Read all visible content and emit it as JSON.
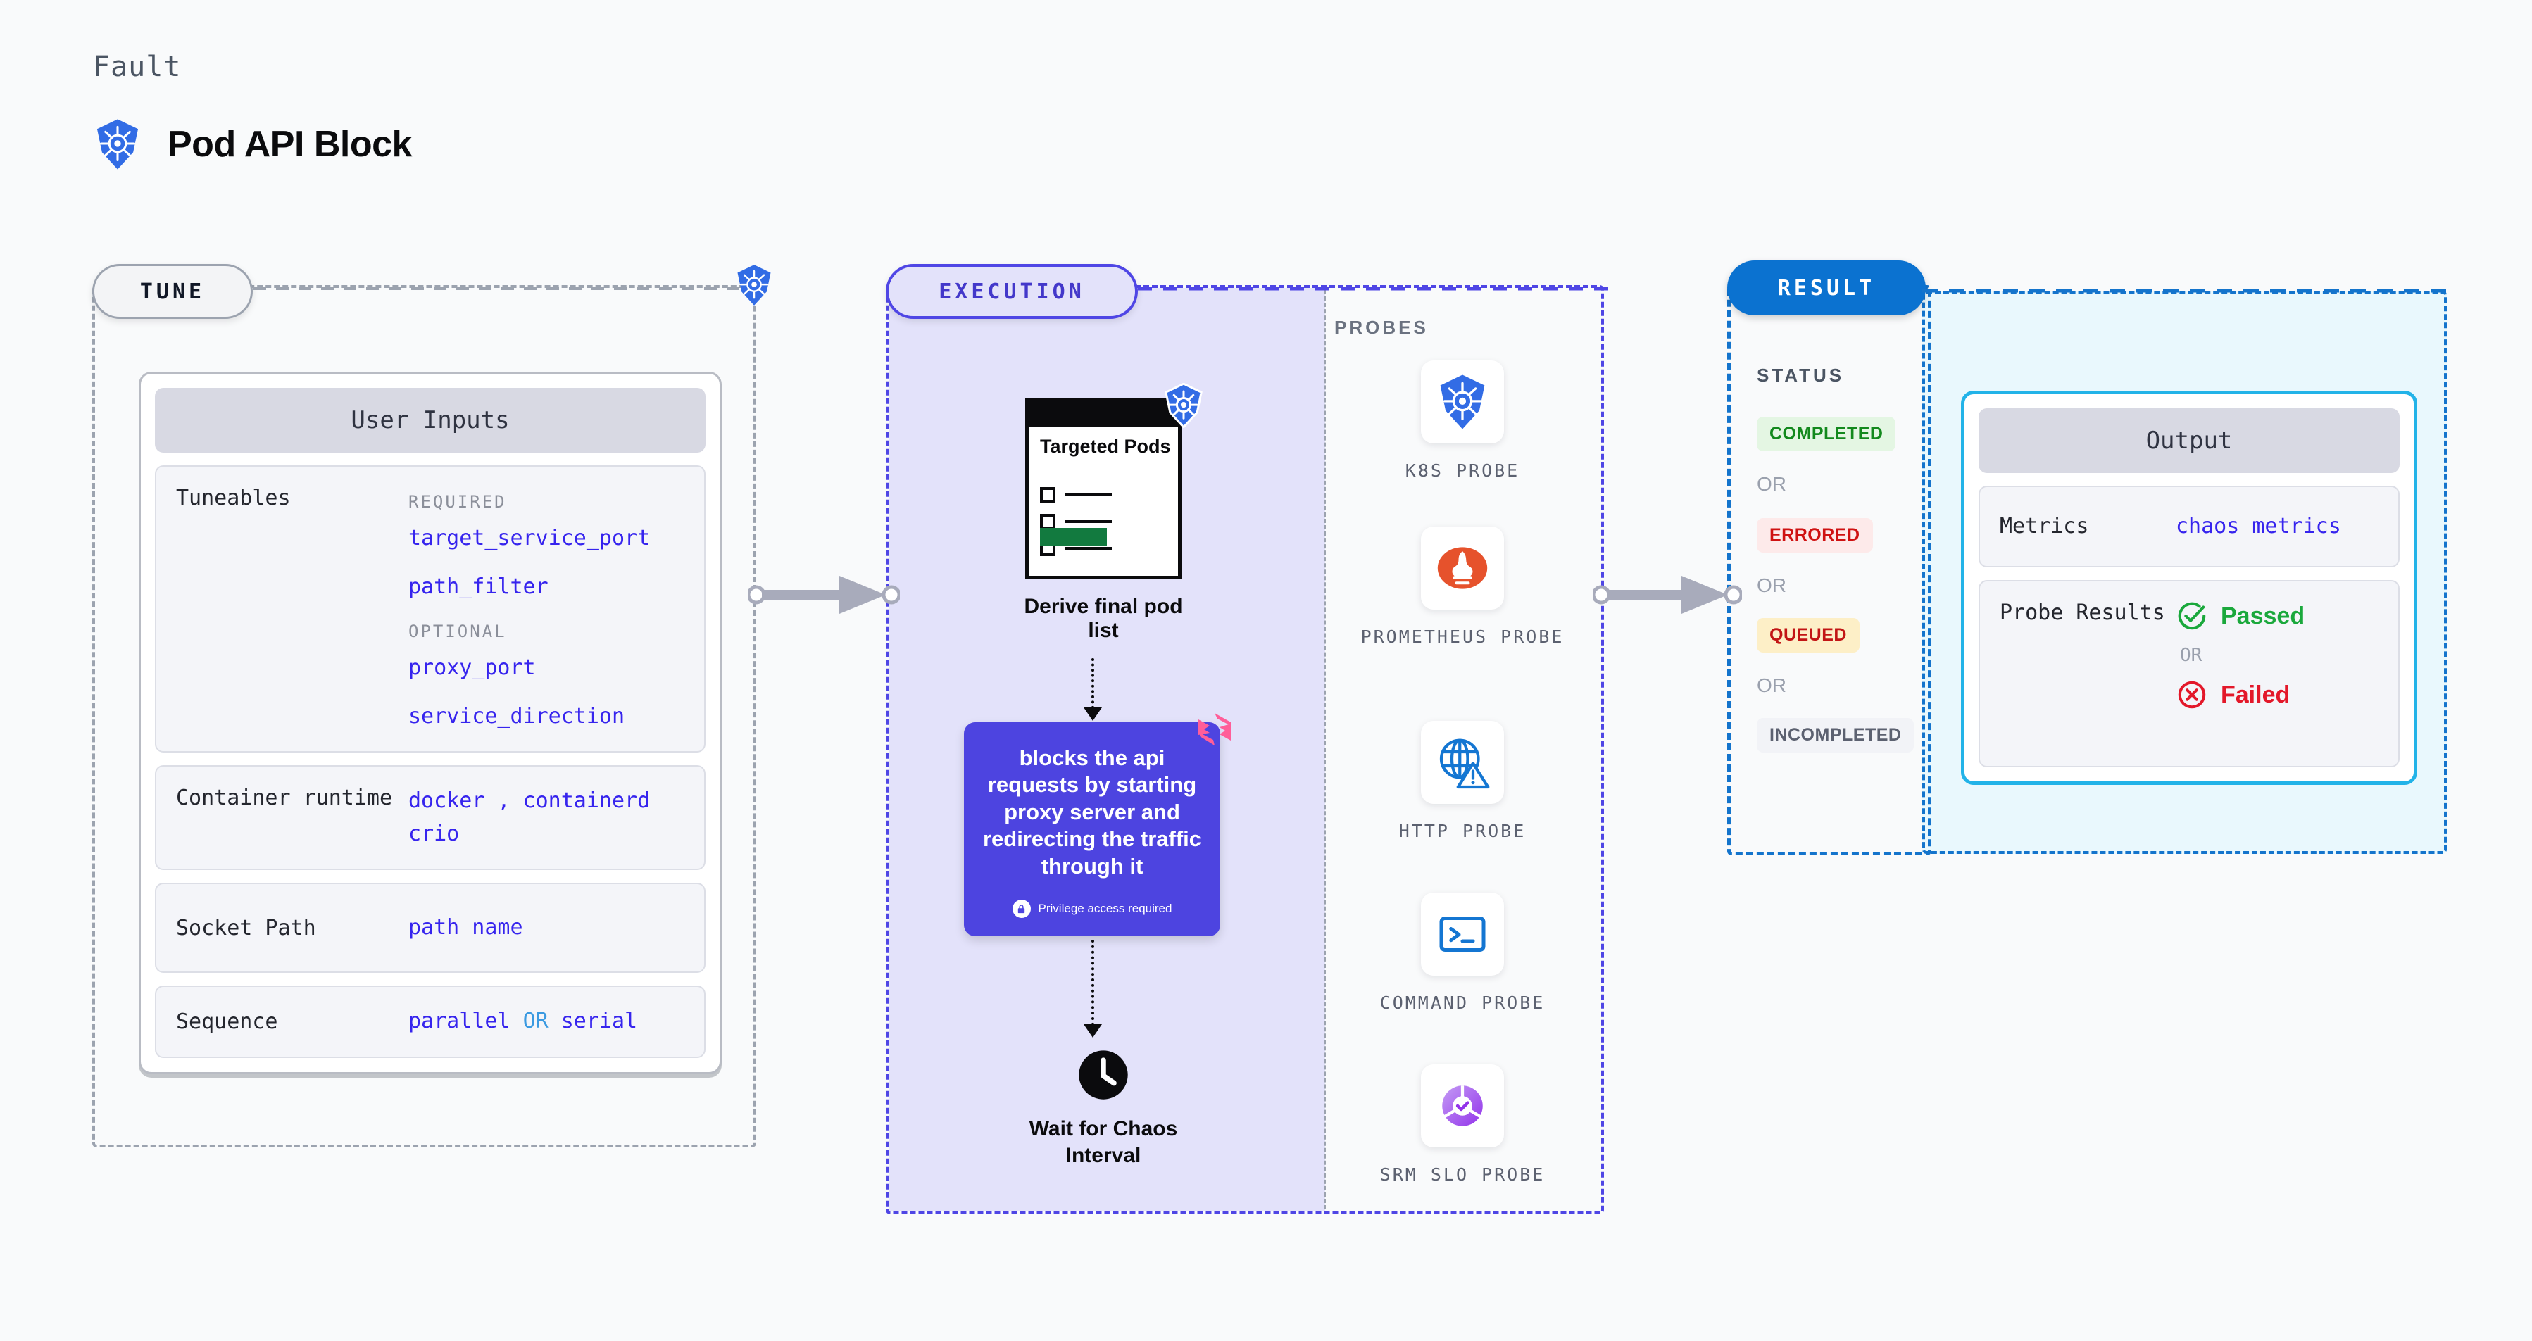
{
  "header": {
    "eyebrow": "Fault",
    "title": "Pod API Block",
    "icon": "kubernetes-icon"
  },
  "tune": {
    "pill_label": "TUNE",
    "badge_icon": "kubernetes-icon",
    "card": {
      "title": "User Inputs",
      "rows": [
        {
          "label": "Tuneables",
          "groups": [
            {
              "tag": "REQUIRED",
              "items": [
                "target_service_port",
                "path_filter"
              ]
            },
            {
              "tag": "OPTIONAL",
              "items": [
                "proxy_port",
                "service_direction"
              ]
            }
          ]
        },
        {
          "label": "Container runtime",
          "value_line1": "docker , containerd",
          "value_line2": "crio"
        },
        {
          "label": "Socket Path",
          "value_line1": "path name"
        },
        {
          "label": "Sequence",
          "value_parts": [
            "parallel",
            "OR",
            "serial"
          ]
        }
      ]
    }
  },
  "execution": {
    "pill_label": "EXECUTION",
    "pod_node": {
      "doc_title": "Targeted Pods",
      "caption": "Derive final pod list",
      "corner_icon": "kubernetes-icon"
    },
    "action_card": {
      "text": "blocks the api requests by starting proxy server and redirecting the traffic through it",
      "privilege_note": "Privilege access required",
      "privilege_icon": "lock-icon",
      "corner_icon": "harness-logo-icon",
      "color": "#4d44e0"
    },
    "wait_node": {
      "caption": "Wait for Chaos Interval",
      "icon": "clock-icon"
    },
    "probes_label": "PROBES",
    "probes": [
      {
        "label": "K8S PROBE",
        "icon": "kubernetes-icon"
      },
      {
        "label": "PROMETHEUS PROBE",
        "icon": "prometheus-icon"
      },
      {
        "label": "HTTP PROBE",
        "icon": "globe-warning-icon"
      },
      {
        "label": "COMMAND PROBE",
        "icon": "terminal-icon"
      },
      {
        "label": "SRM SLO PROBE",
        "icon": "slo-donut-icon"
      }
    ]
  },
  "result": {
    "pill_label": "RESULT",
    "status_label": "STATUS",
    "statuses": [
      {
        "text": "COMPLETED",
        "bg": "#e4f6e3",
        "color": "#13891d"
      },
      {
        "text": "ERRORED",
        "bg": "#fdeaea",
        "color": "#cf1212"
      },
      {
        "text": "QUEUED",
        "bg": "#fdefc7",
        "color": "#c21515"
      },
      {
        "text": "INCOMPLETED",
        "bg": "#f2f3f7",
        "color": "#5c6170"
      }
    ],
    "or_label": "OR",
    "output_card": {
      "title": "Output",
      "metrics_label": "Metrics",
      "metrics_value": "chaos metrics",
      "probe_results_label": "Probe Results",
      "passed_text": "Passed",
      "passed_icon": "check-circle-icon",
      "failed_text": "Failed",
      "failed_icon": "x-circle-icon",
      "or_label": "OR"
    }
  }
}
